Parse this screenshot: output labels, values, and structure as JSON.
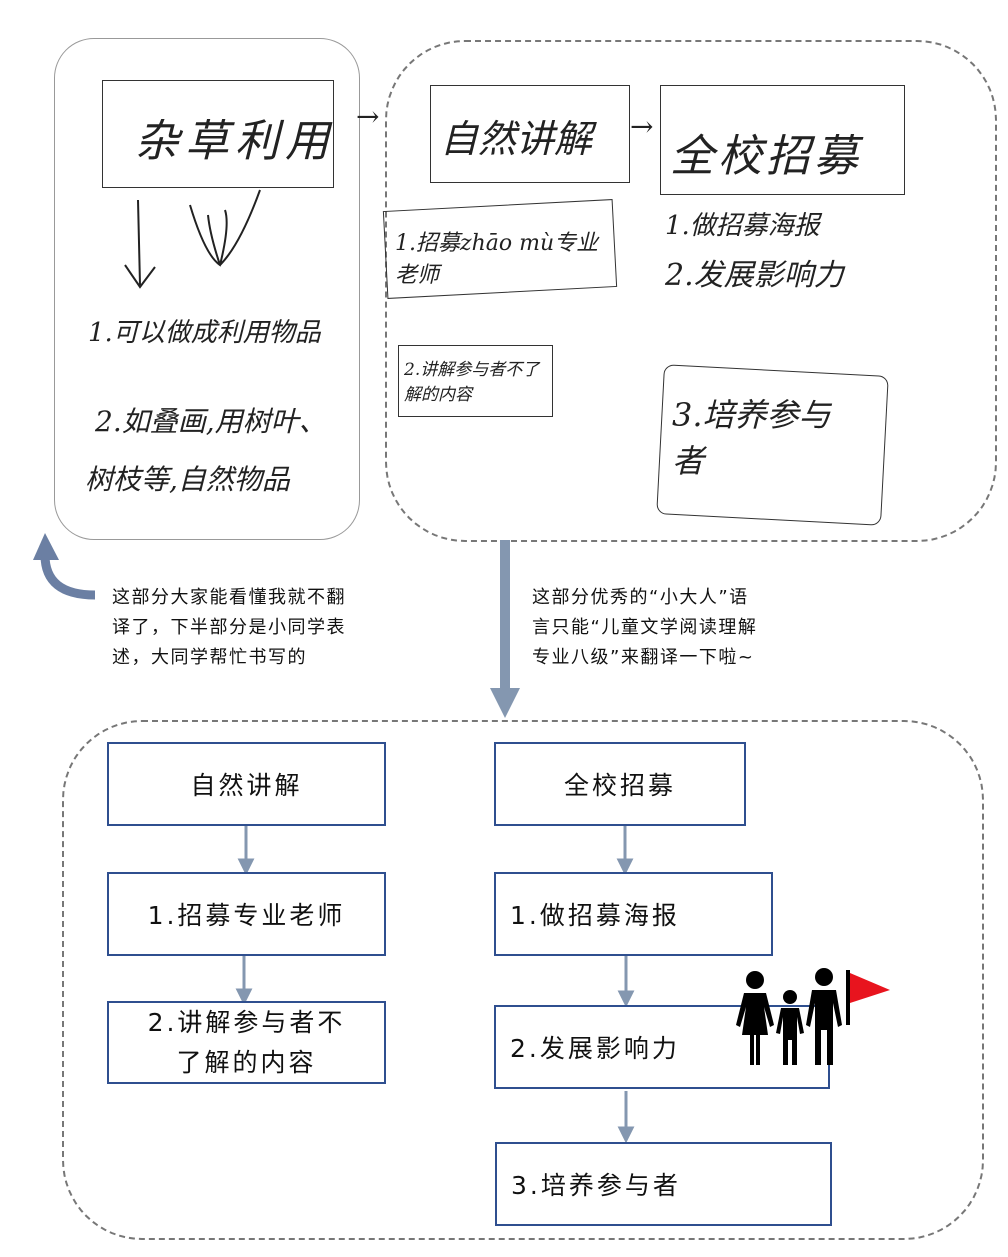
{
  "handwritten": {
    "left_panel": {
      "title": "杂草利用",
      "item1": "1.可以做成利用物品",
      "item2_line1": "2.如叠画,用树叶、",
      "item2_line2": "树枝等,自然物品"
    },
    "right_panel": {
      "node1": "自然讲解",
      "node2": "全校招募",
      "step_a1": "1.招募zhāo mù专业老师",
      "step_a2": "2.讲解参与者不了解的内容",
      "step_b1": "1.做招募海报",
      "step_b2": "2.发展影响力",
      "step_b3": "3.培养参与者"
    }
  },
  "notes": {
    "left": [
      "这部分大家能看懂我就不翻",
      "译了，下半部分是小同学表",
      "述，大同学帮忙书写的"
    ],
    "right": [
      "这部分优秀的“小大人”语",
      "言只能“儿童文学阅读理解",
      "专业八级”来翻译一下啦~"
    ]
  },
  "flow": {
    "left": {
      "title": "自然讲解",
      "step1": "1.招募专业老师",
      "step2_line1": "2.讲解参与者不",
      "step2_line2": "了解的内容"
    },
    "right": {
      "title": "全校招募",
      "step1": "1.做招募海报",
      "step2": "2.发展影响力",
      "step3": "3.培养参与者"
    }
  },
  "colors": {
    "box_border": "#2f4f8f",
    "arrow": "#8497b0",
    "flag": "#e8141e"
  }
}
